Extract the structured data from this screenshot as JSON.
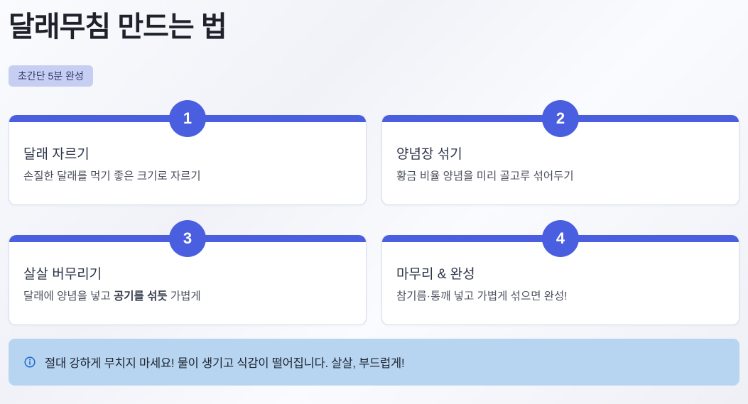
{
  "page": {
    "title": "달래무침 만드는 법",
    "badge": "초간단 5분 완성"
  },
  "steps": [
    {
      "number": "1",
      "title": "달래 자르기",
      "desc": [
        "손질한 달래를 먹기 좋은 크기로 자르기",
        "",
        ""
      ]
    },
    {
      "number": "2",
      "title": "양념장 섞기",
      "desc": [
        "황금 비율 양념을 미리 골고루 섞어두기",
        "",
        ""
      ]
    },
    {
      "number": "3",
      "title": "살살 버무리기",
      "desc": [
        "달래에 양념을 넣고 ",
        "공기를 섞듯",
        " 가볍게"
      ]
    },
    {
      "number": "4",
      "title": "마무리 & 완성",
      "desc": [
        "참기름·통깨 넣고 가볍게 섞으면 완성!",
        "",
        ""
      ]
    }
  ],
  "note": {
    "text": "절대 강하게 무치지 마세요! 물이 생기고 식감이 떨어집니다. 살살, 부드럽게!"
  },
  "colors": {
    "accent": "#4a5fdf",
    "badge_bg": "#c6cef2",
    "badge_text": "#303a6b",
    "note_bg": "#b7d4f1",
    "note_icon": "#1a6ad2"
  }
}
